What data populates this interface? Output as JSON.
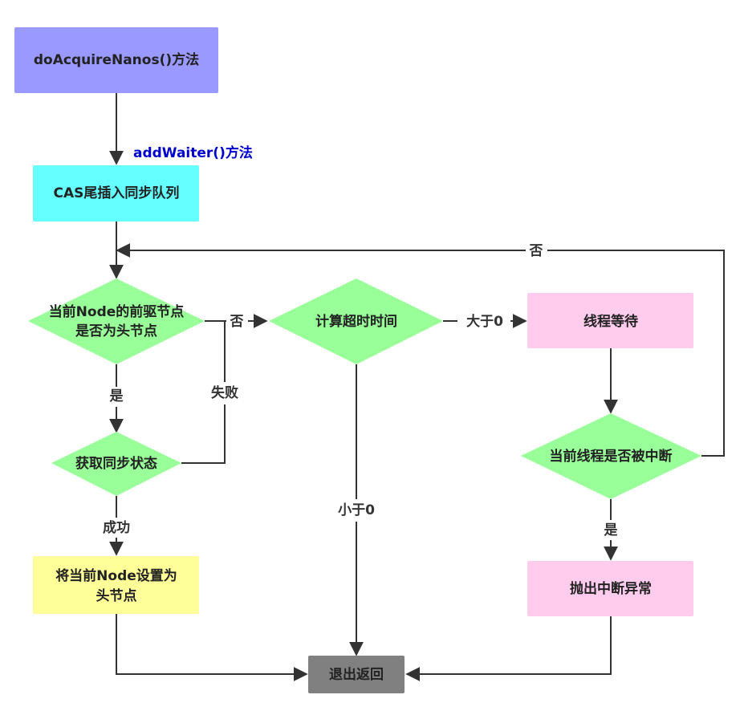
{
  "colors": {
    "start": "#9999ff",
    "cas": "#66ffff",
    "decision": "#99ff99",
    "pink": "#ffccee",
    "yellow": "#ffff99",
    "exit": "#808080",
    "line": "#333333",
    "method_text": "#0000cc"
  },
  "nodes": {
    "start": "doAcquireNanos()方法",
    "method_label": "addWaiter()方法",
    "cas": "CAS尾插入同步队列",
    "check_head_line1": "当前Node的前驱节点",
    "check_head_line2": "是否为头节点",
    "calc_timeout": "计算超时时间",
    "thread_wait": "线程等待",
    "acquire_state": "获取同步状态",
    "check_interrupt": "当前线程是否被中断",
    "set_head_line1": "将当前Node设置为",
    "set_head_line2": "头节点",
    "throw_interrupt": "抛出中断异常",
    "exit": "退出返回"
  },
  "edges": {
    "no_top": "否",
    "no_mid": "否",
    "yes_left": "是",
    "fail": "失败",
    "greater_zero": "大于0",
    "success": "成功",
    "less_zero": "小于0",
    "yes_right": "是"
  }
}
